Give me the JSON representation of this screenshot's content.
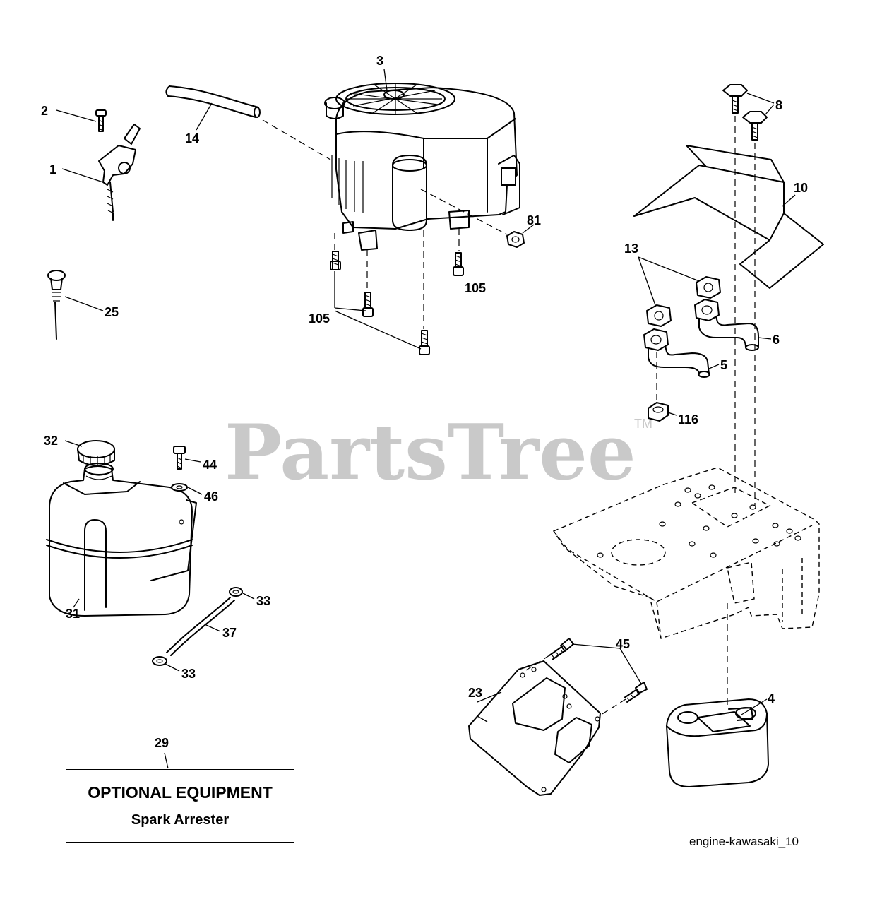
{
  "watermark": {
    "brand": "PartsTree",
    "trademark": "TM"
  },
  "callouts": {
    "c1": "1",
    "c2": "2",
    "c3": "3",
    "c4": "4",
    "c5": "5",
    "c6": "6",
    "c8": "8",
    "c10": "10",
    "c13": "13",
    "c14": "14",
    "c23": "23",
    "c25": "25",
    "c29": "29",
    "c31": "31",
    "c32": "32",
    "c33a": "33",
    "c33b": "33",
    "c37": "37",
    "c44": "44",
    "c45": "45",
    "c46": "46",
    "c81": "81",
    "c105a": "105",
    "c105b": "105",
    "c116": "116"
  },
  "optional_box": {
    "title": "OPTIONAL EQUIPMENT",
    "subtitle": "Spark Arrester"
  },
  "diagram_ref": "engine-kawasaki_10"
}
